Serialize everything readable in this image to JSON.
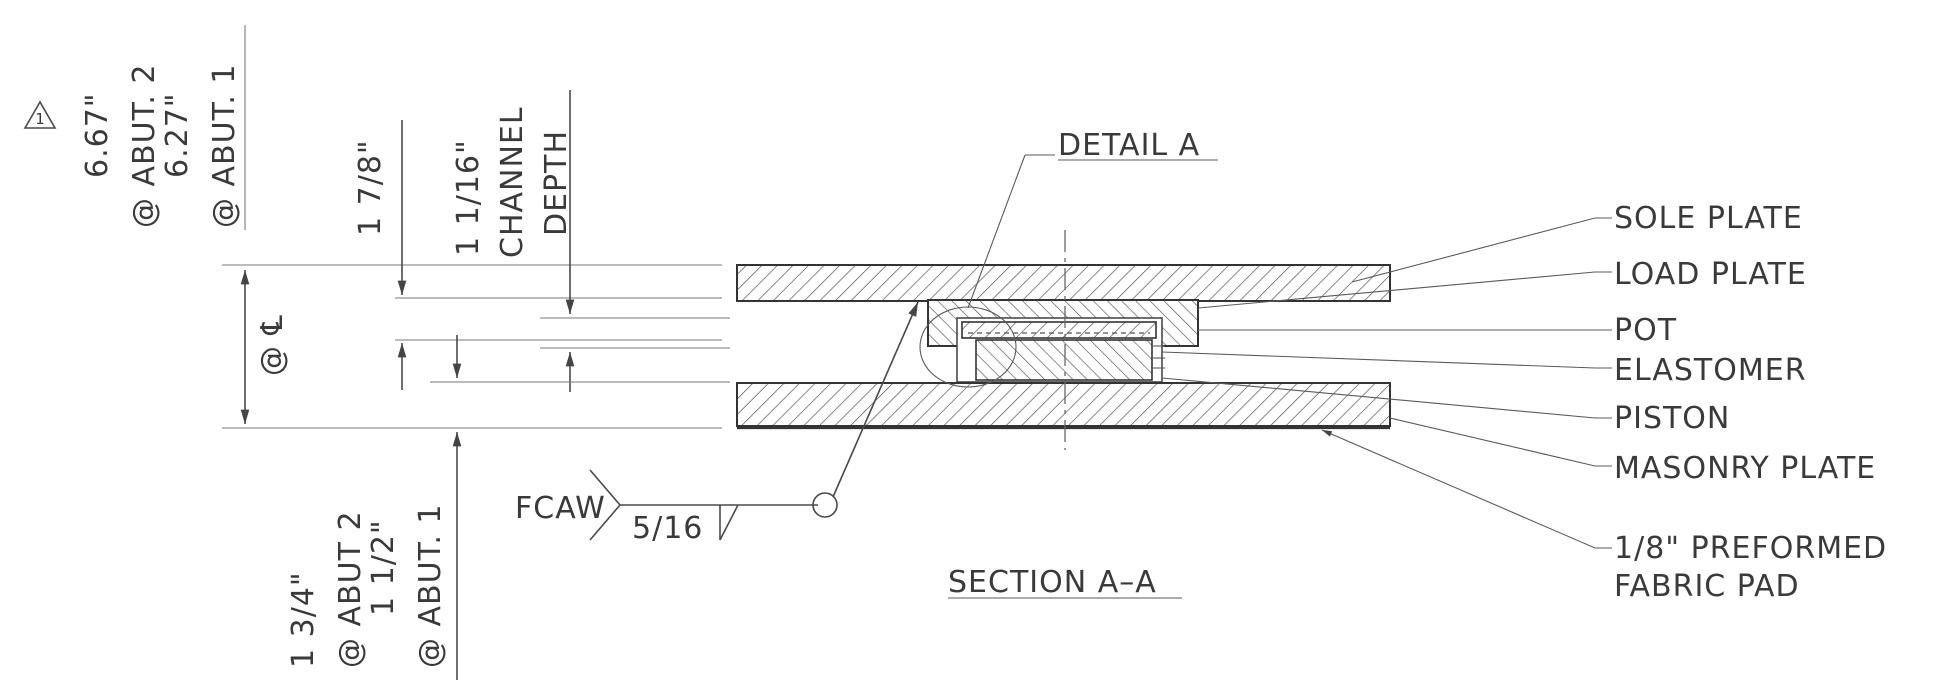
{
  "title": "SECTION A–A",
  "detail_label": "DETAIL A",
  "weld": {
    "process": "FCAW",
    "size": "5/16"
  },
  "revision_mark": "1",
  "components": [
    "SOLE PLATE",
    "LOAD PLATE",
    "POT",
    "ELASTOMER",
    "PISTON",
    "MASONRY PLATE",
    "1/8\" PREFORMED",
    "FABRIC PAD"
  ],
  "dims_top": {
    "a1": "6.67\"",
    "a2": "@ ABUT. 2",
    "a3": "6.27\"",
    "a4": "@ ABUT. 1",
    "cl": "@ ℄",
    "b1": "1 7/8\"",
    "c1": "1 1/16\"",
    "c2": "CHANNEL",
    "c3": "DEPTH"
  },
  "dims_bottom": {
    "d1": "1 3/4\"",
    "d2": "@ ABUT 2",
    "d3": "1 1/2\"",
    "d4": "@ ABUT. 1"
  }
}
